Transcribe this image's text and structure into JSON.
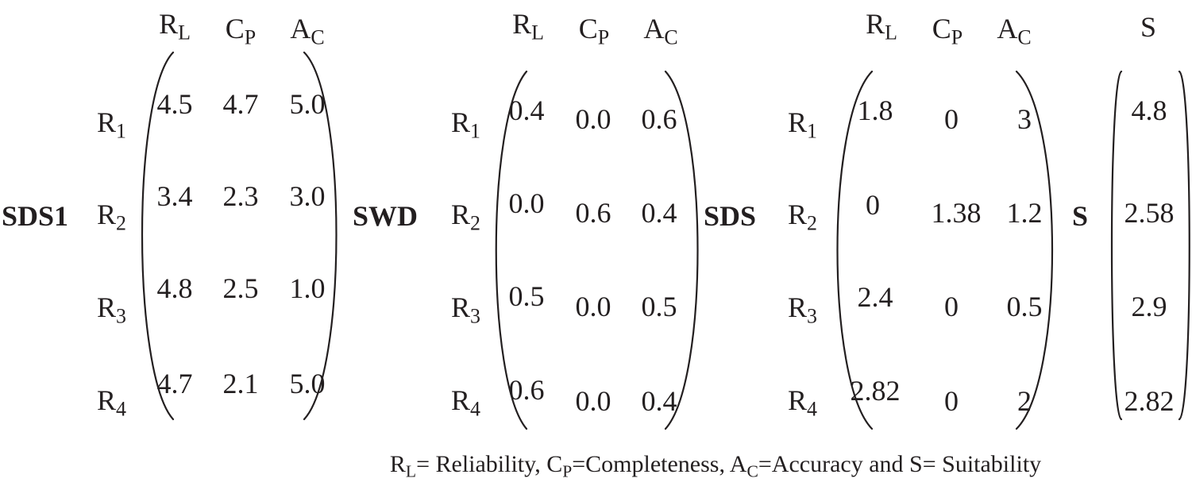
{
  "matrices": [
    {
      "name": "SDS1",
      "columns": [
        {
          "main": "R",
          "sub": "L"
        },
        {
          "main": "C",
          "sub": "P"
        },
        {
          "main": "A",
          "sub": "C"
        }
      ],
      "rows": [
        {
          "main": "R",
          "sub": "1",
          "values": [
            "4.5",
            "4.7",
            "5.0"
          ]
        },
        {
          "main": "R",
          "sub": "2",
          "values": [
            "3.4",
            "2.3",
            "3.0"
          ]
        },
        {
          "main": "R",
          "sub": "3",
          "values": [
            "4.8",
            "2.5",
            "1.0"
          ]
        },
        {
          "main": "R",
          "sub": "4",
          "values": [
            "4.7",
            "2.1",
            "5.0"
          ]
        }
      ]
    },
    {
      "name": "SWD",
      "columns": [
        {
          "main": "R",
          "sub": "L"
        },
        {
          "main": "C",
          "sub": "P"
        },
        {
          "main": "A",
          "sub": "C"
        }
      ],
      "rows": [
        {
          "main": "R",
          "sub": "1",
          "values": [
            "0.4",
            "0.0",
            "0.6"
          ]
        },
        {
          "main": "R",
          "sub": "2",
          "values": [
            "0.0",
            "0.6",
            "0.4"
          ]
        },
        {
          "main": "R",
          "sub": "3",
          "values": [
            "0.5",
            "0.0",
            "0.5"
          ]
        },
        {
          "main": "R",
          "sub": "4",
          "values": [
            "0.6",
            "0.0",
            "0.4"
          ]
        }
      ]
    },
    {
      "name": "SDS",
      "columns": [
        {
          "main": "R",
          "sub": "L"
        },
        {
          "main": "C",
          "sub": "P"
        },
        {
          "main": "A",
          "sub": "C"
        }
      ],
      "rows": [
        {
          "main": "R",
          "sub": "1",
          "values": [
            "1.8",
            "0",
            "3"
          ]
        },
        {
          "main": "R",
          "sub": "2",
          "values": [
            "0",
            "1.38",
            "1.2"
          ]
        },
        {
          "main": "R",
          "sub": "3",
          "values": [
            "2.4",
            "0",
            "0.5"
          ]
        },
        {
          "main": "R",
          "sub": "4",
          "values": [
            "2.82",
            "0",
            "2"
          ]
        }
      ]
    },
    {
      "name": "S",
      "columns": [
        {
          "main": "S",
          "sub": ""
        }
      ],
      "rows": [
        {
          "main": "",
          "sub": "",
          "values": [
            "4.8"
          ]
        },
        {
          "main": "",
          "sub": "",
          "values": [
            "2.58"
          ]
        },
        {
          "main": "",
          "sub": "",
          "values": [
            "2.9"
          ]
        },
        {
          "main": "",
          "sub": "",
          "values": [
            "2.82"
          ]
        }
      ]
    }
  ],
  "legend": [
    {
      "main": "R",
      "sub": "L",
      "text": "= Reliability, "
    },
    {
      "main": "C",
      "sub": "P",
      "text": "=Completeness, "
    },
    {
      "main": "A",
      "sub": "C",
      "text": "=Accuracy and S= Suitability"
    }
  ]
}
